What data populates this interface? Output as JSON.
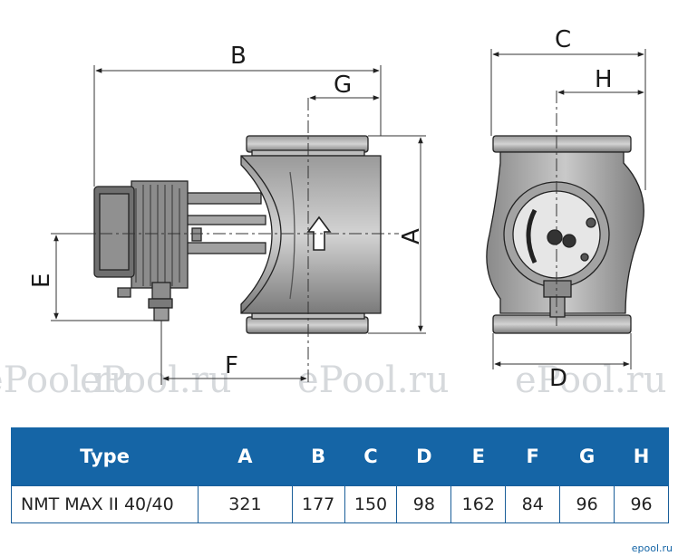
{
  "watermark": "ePool.ru",
  "brand_mark": "epool.ru",
  "drawing": {
    "dimension_labels": {
      "A": "A",
      "B": "B",
      "C": "C",
      "D": "D",
      "E": "E",
      "F": "F",
      "G": "G",
      "H": "H"
    },
    "flow_arrow": "up-arrow-icon"
  },
  "table": {
    "header_color": "#1565a6",
    "headers": [
      "Type",
      "A",
      "B",
      "C",
      "D",
      "E",
      "F",
      "G",
      "H"
    ],
    "rows": [
      [
        "NMT MAX II 40/40",
        "321",
        "177",
        "150",
        "98",
        "162",
        "84",
        "96",
        "96"
      ]
    ]
  }
}
